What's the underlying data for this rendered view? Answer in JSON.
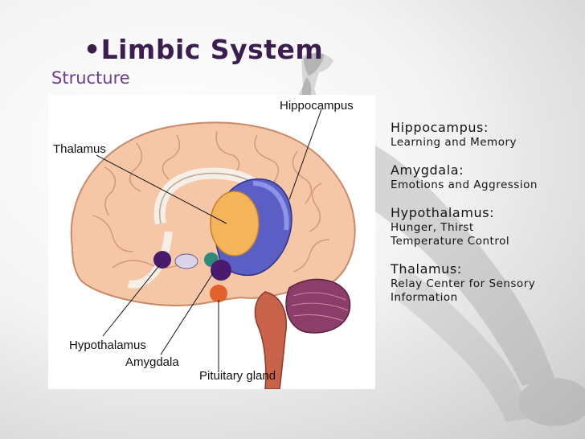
{
  "slide": {
    "title": "•Limbic System",
    "subtitle": "Structure"
  },
  "diagram": {
    "labels": {
      "hippocampus": "Hippocampus",
      "thalamus": "Thalamus",
      "hypothalamus": "Hypothalamus",
      "amygdala": "Amygdala",
      "pituitary": "Pituitary gland"
    }
  },
  "info": [
    {
      "title": "Hippocampus:",
      "desc": "Learning and Memory"
    },
    {
      "title": "Amygdala:",
      "desc": "Emotions and Aggression"
    },
    {
      "title": "Hypothalamus:",
      "desc": "Hunger, Thirst\nTemperature Control"
    },
    {
      "title": "Thalamus:",
      "desc": "Relay Center for Sensory\nInformation"
    }
  ],
  "colors": {
    "title": "#3b1d4f",
    "subtitle": "#6b3e8c",
    "brain": "#f6c7a6",
    "ventricle": "#5b5fc4",
    "thalamus_core": "#f3b45a",
    "amygdala": "#4a1a6e",
    "pituitary": "#e2602a",
    "cerebellum": "#8c3d6a",
    "brainstem": "#c9624a"
  },
  "icons": [
    "runner-silhouette-watermark"
  ]
}
